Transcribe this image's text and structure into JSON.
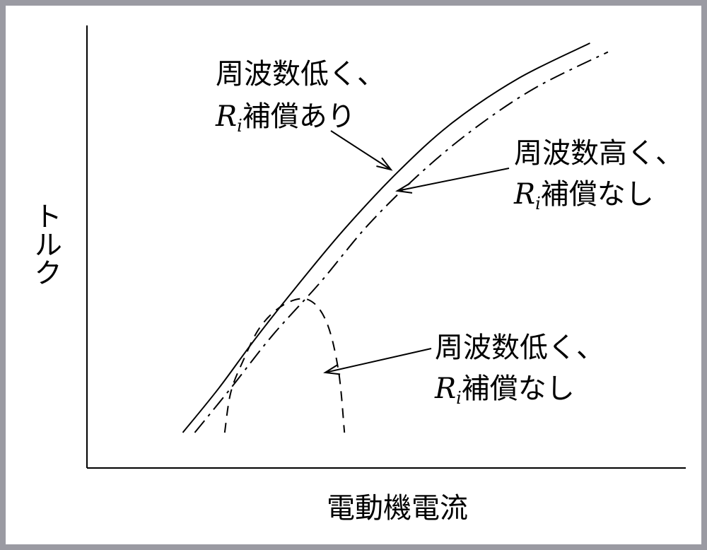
{
  "chart_data": {
    "type": "line",
    "title": "",
    "xlabel": "電動機電流",
    "ylabel": "トルク",
    "grid": false,
    "series": [
      {
        "style": "solid",
        "label_line1": "周波数低く、",
        "label_line2_var": "R",
        "label_line2_sub": "i",
        "label_line2_rest": "補償あり",
        "points": [
          [
            0.16,
            0.08
          ],
          [
            0.22,
            0.18
          ],
          [
            0.28,
            0.29
          ],
          [
            0.35,
            0.41
          ],
          [
            0.43,
            0.54
          ],
          [
            0.52,
            0.67
          ],
          [
            0.61,
            0.78
          ],
          [
            0.72,
            0.88
          ],
          [
            0.84,
            0.96
          ]
        ]
      },
      {
        "style": "dashdot",
        "label_line1": "周波数高く、",
        "label_line2_var": "R",
        "label_line2_sub": "i",
        "label_line2_rest": "補償なし",
        "points": [
          [
            0.18,
            0.08
          ],
          [
            0.24,
            0.18
          ],
          [
            0.31,
            0.3
          ],
          [
            0.39,
            0.42
          ],
          [
            0.47,
            0.55
          ],
          [
            0.56,
            0.67
          ],
          [
            0.65,
            0.77
          ],
          [
            0.75,
            0.86
          ],
          [
            0.87,
            0.94
          ]
        ]
      },
      {
        "style": "dashed",
        "label_line1": "周波数低く、",
        "label_line2_var": "R",
        "label_line2_sub": "i",
        "label_line2_rest": "補償なし",
        "points": [
          [
            0.23,
            0.08
          ],
          [
            0.24,
            0.17
          ],
          [
            0.26,
            0.24
          ],
          [
            0.29,
            0.32
          ],
          [
            0.33,
            0.37
          ],
          [
            0.37,
            0.38
          ],
          [
            0.4,
            0.33
          ],
          [
            0.42,
            0.22
          ],
          [
            0.43,
            0.08
          ]
        ]
      }
    ]
  }
}
